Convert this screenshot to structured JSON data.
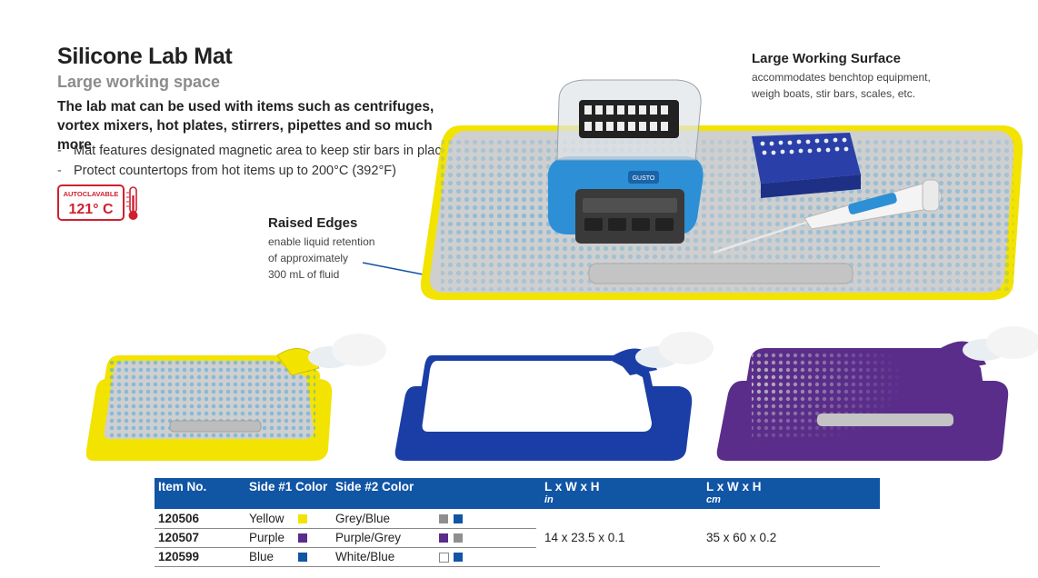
{
  "header": {
    "title": "Silicone Lab Mat",
    "subtitle": "Large working space",
    "intro": "The lab mat can be used with items such as centrifuges, vortex mixers, hot plates, stirrers, pipettes and so much more"
  },
  "bullets": [
    "Mat features designated magnetic area to keep stir bars in place",
    "Protect countertops from hot items up to 200°C (392°F)"
  ],
  "autoclave_badge": {
    "label": "AUTOCLAVABLE",
    "temp": "121° C",
    "color": "#d0202e"
  },
  "callouts": {
    "raised_edges": {
      "title": "Raised Edges",
      "desc": "enable liquid retention\nof approximately\n300 mL of fluid"
    },
    "large_surface": {
      "title": "Large Working Surface",
      "desc": "accommodates benchtop equipment,\nweigh boats, stir bars, scales, etc."
    }
  },
  "device": {
    "brand": "GUSTO"
  },
  "table": {
    "headers": {
      "item": "Item No.",
      "side1": "Side #1 Color",
      "side2": "Side #2 Color",
      "dims_in": "L x W x H",
      "unit_in": "in",
      "dims_cm": "L x W x H",
      "unit_cm": "cm"
    },
    "rows": [
      {
        "item": "120506",
        "side1": "Yellow",
        "side1_color": "#f3e300",
        "side2": "Grey/Blue",
        "side2_colors": [
          "#8f8f8f",
          "#1155a5"
        ]
      },
      {
        "item": "120507",
        "side1": "Purple",
        "side1_color": "#5a2d8a",
        "side2": "Purple/Grey",
        "side2_colors": [
          "#5a2d8a",
          "#8f8f8f"
        ]
      },
      {
        "item": "120599",
        "side1": "Blue",
        "side1_color": "#1155a5",
        "side2": "White/Blue",
        "side2_colors": [
          "#ffffff",
          "#1155a5"
        ]
      }
    ],
    "dims_in": "14 x 23.5 x 0.1",
    "dims_cm": "35 x 60 x 0.2"
  },
  "colors": {
    "header_blue": "#1155a5",
    "mat_yellow": "#f3e300",
    "mat_grey": "#cfcfcf",
    "dot_blue": "#4aa8e0",
    "mat_purple": "#5a2d8a",
    "mat_navy": "#1b3ea6"
  }
}
